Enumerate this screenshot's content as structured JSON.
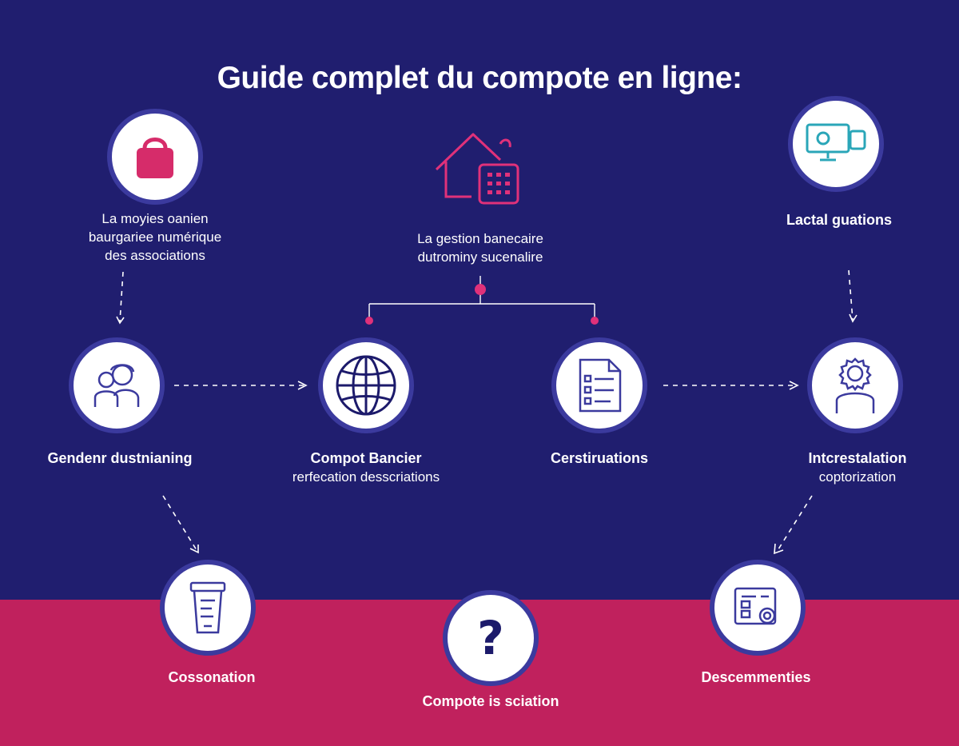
{
  "title": "Guide complet du compote en ligne:",
  "colors": {
    "navy": "#201e6f",
    "magenta": "#c0215d",
    "pink": "#e0317a",
    "ring": "#3b3a9e"
  },
  "nodes": {
    "bag": {
      "icon": "shopping-bag-icon",
      "lines": [
        "La moyies oanien",
        "baurgariee numérique",
        "des associations"
      ]
    },
    "house": {
      "icon": "house-calculator-icon",
      "lines": [
        "La gestion banecaire",
        "dutrominy sucenalire"
      ]
    },
    "monitor": {
      "icon": "monitor-camera-icon",
      "lines": [
        "Lactal guations"
      ]
    },
    "people": {
      "icon": "people-icon",
      "lines": [
        "Gendenr dustnianing"
      ]
    },
    "globe": {
      "icon": "globe-icon",
      "title": "Compot Bancier",
      "sub": "rerfecation desscriations"
    },
    "document": {
      "icon": "document-checklist-icon",
      "title": "Cerstiruations"
    },
    "gear-person": {
      "icon": "gear-person-icon",
      "title": "Intcrestalation",
      "sub": "coptorization"
    },
    "cup": {
      "icon": "takeaway-cup-icon",
      "title": "Cossonation"
    },
    "question": {
      "icon": "question-mark-icon",
      "glyph": "?",
      "title": "Compote is sciation"
    },
    "certificate": {
      "icon": "certificate-icon",
      "title": "Descemmenties"
    }
  }
}
